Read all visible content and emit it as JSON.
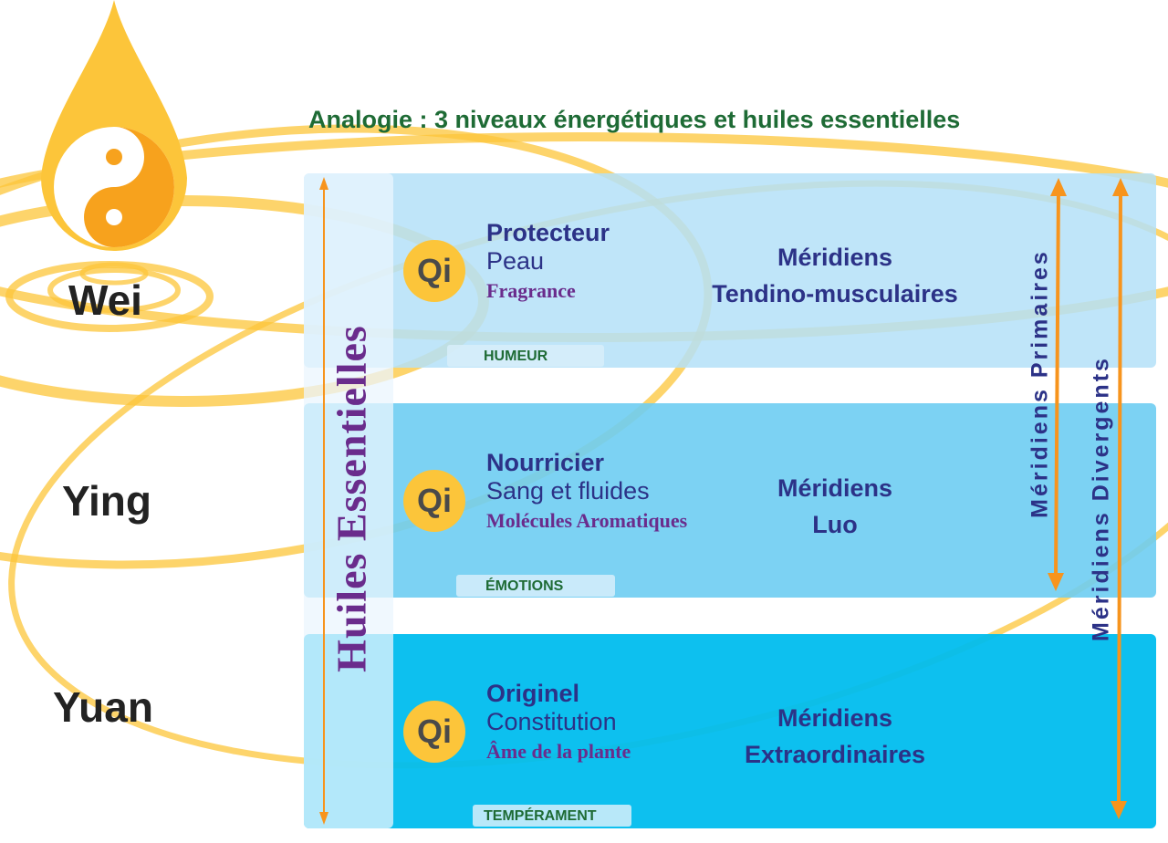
{
  "title": "Analogie : 3 niveaux énergétiques et huiles essentielles",
  "vertical_left_label": "Huiles Essentielles",
  "levels": [
    {
      "name": "Wei",
      "qi": "Qi",
      "type": "Protecteur",
      "sub": "Peau",
      "oil": "Fragrance",
      "tag": "HUMEUR",
      "meridians_line1": "Méridiens",
      "meridians_line2": "Tendino-musculaires"
    },
    {
      "name": "Ying",
      "qi": "Qi",
      "type": "Nourricier",
      "sub": "Sang et fluides",
      "oil": "Molécules Aromatiques",
      "tag": "ÉMOTIONS",
      "meridians_line1": "Méridiens",
      "meridians_line2": "Luo"
    },
    {
      "name": "Yuan",
      "qi": "Qi",
      "type": "Originel",
      "sub": "Constitution",
      "oil": "Âme de la plante",
      "tag": "TEMPÉRAMENT",
      "meridians_line1": "Méridiens",
      "meridians_line2": "Extraordinaires"
    }
  ],
  "vertical_right_labels": [
    "Méridiens Primaires",
    "Méridiens Divergents"
  ],
  "colors": {
    "orange": "#f7941d",
    "gold": "#fcc53a",
    "navy": "#2c3287",
    "purple": "#6a2c8c",
    "green": "#1e6b35"
  }
}
